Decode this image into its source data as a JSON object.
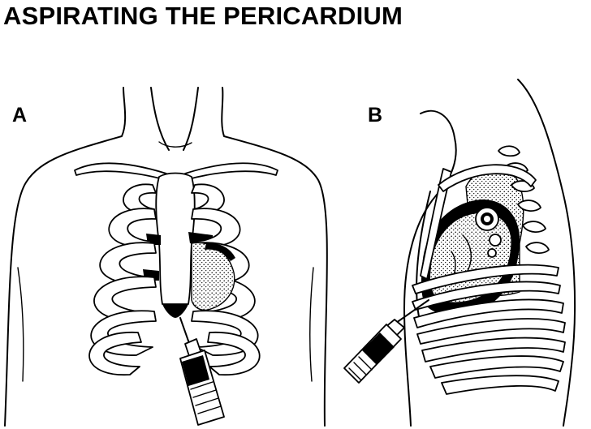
{
  "title": "ASPIRATING THE PERICARDIUM",
  "panels": [
    {
      "label": "A"
    },
    {
      "label": "B"
    }
  ]
}
